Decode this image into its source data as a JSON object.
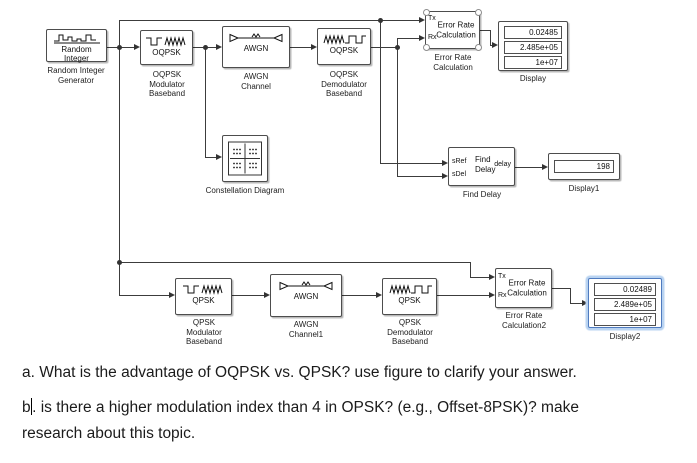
{
  "diagram": {
    "random_integer": {
      "text": "Random\nInteger",
      "label": "Random Integer\nGenerator"
    },
    "oqpsk_mod": {
      "text": "OQPSK",
      "label": "OQPSK\nModulator\nBaseband"
    },
    "awgn1": {
      "text": "AWGN",
      "label": "AWGN\nChannel"
    },
    "oqpsk_demod": {
      "text": "OQPSK",
      "label": "OQPSK\nDemodulator\nBaseband"
    },
    "erc1": {
      "tx": "Tx",
      "rx": "Rx",
      "text": "Error Rate\nCalculation",
      "label": "Error Rate\nCalculation"
    },
    "display": {
      "values": [
        "0.02485",
        "2.485e+05",
        "1e+07"
      ],
      "label": "Display"
    },
    "constellation": {
      "label": "Constellation Diagram"
    },
    "find_delay": {
      "sref": "sRef",
      "sdel": "sDel",
      "text": "Find\nDelay",
      "out": "delay",
      "label": "Find Delay"
    },
    "display1": {
      "values": [
        "198"
      ],
      "label": "Display1"
    },
    "qpsk_mod": {
      "text": "QPSK",
      "label": "QPSK\nModulator\nBaseband"
    },
    "awgn2": {
      "text": "AWGN",
      "label": "AWGN\nChannel1"
    },
    "qpsk_demod": {
      "text": "QPSK",
      "label": "QPSK\nDemodulator\nBaseband"
    },
    "erc2": {
      "tx": "Tx",
      "rx": "Rx",
      "text": "Error Rate\nCalculation",
      "label": "Error Rate\nCalculation2"
    },
    "display2": {
      "values": [
        "0.02489",
        "2.489e+05",
        "1e+07"
      ],
      "label": "Display2"
    }
  },
  "questions": {
    "a": "a. What is the advantage of OQPSK vs. QPSK? use figure to clarify your answer.",
    "b_prefix": "b",
    "b_line1": ". is there a higher modulation index than 4 in OPSK? (e.g., Offset-8PSK)? make",
    "b_line2": "research about this topic."
  }
}
